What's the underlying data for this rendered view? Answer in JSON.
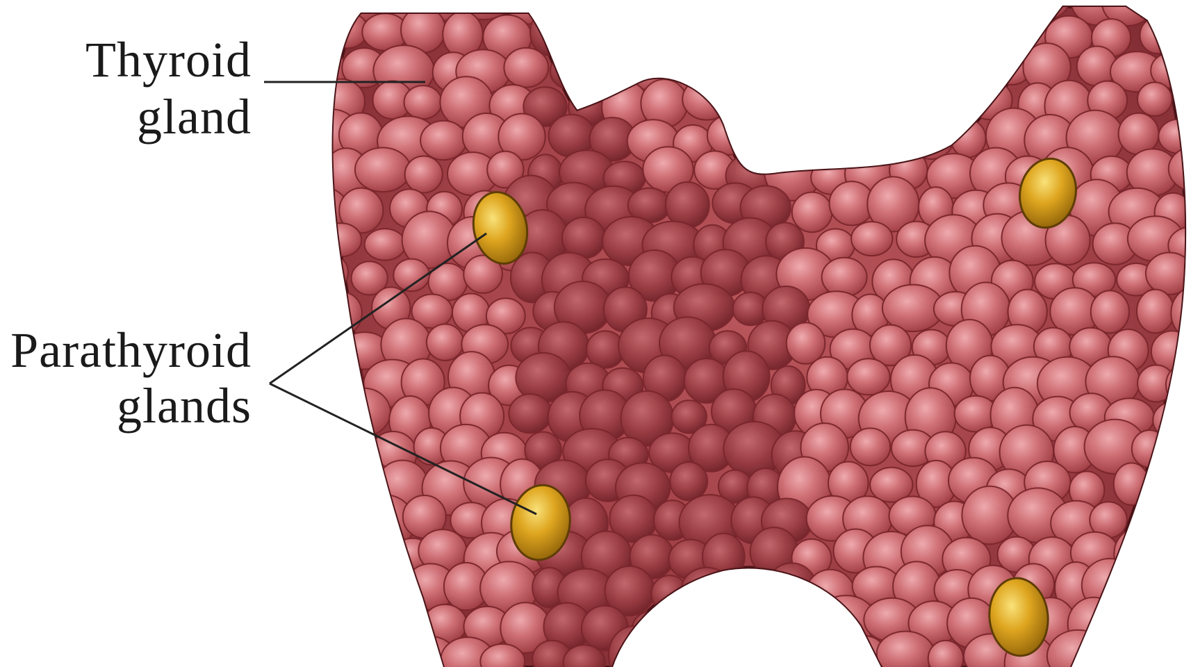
{
  "labels": {
    "thyroid": {
      "line1": "Thyroid",
      "line2": "gland"
    },
    "parathyroid": {
      "line1": "Parathyroid",
      "line2": "glands"
    }
  },
  "colors": {
    "background": "#ffffff",
    "thyroid_tissue": "#b4484e",
    "thyroid_highlight": "#e99aa0",
    "thyroid_shadow": "#6e1c22",
    "parathyroid": "#d9a21c",
    "parathyroid_highlight": "#f6d86a",
    "leader_line": "#222222",
    "label_text": "#1a1a1a"
  }
}
